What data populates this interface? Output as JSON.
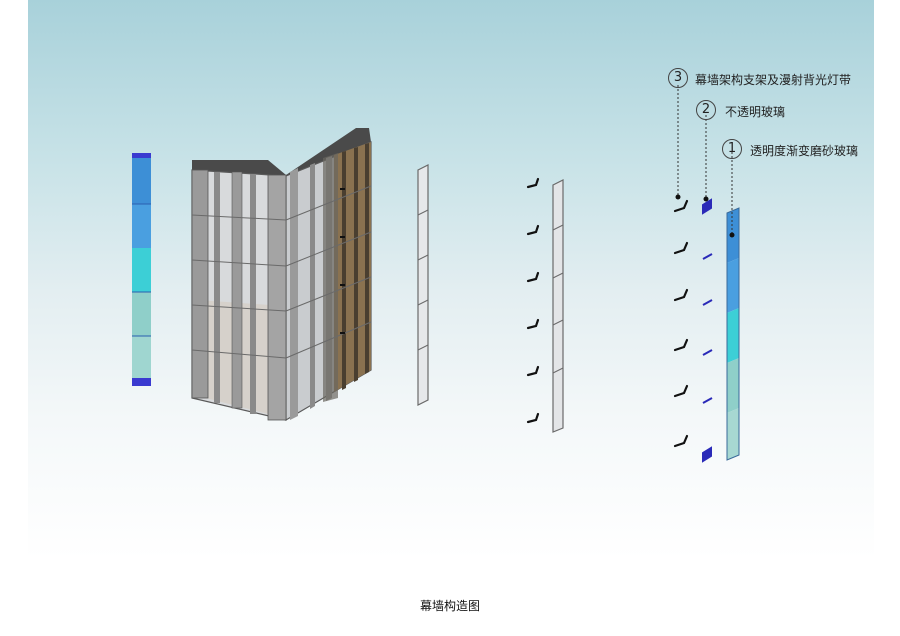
{
  "diagram": {
    "callouts": [
      {
        "number": "3",
        "label": "幕墙架构支架及漫射背光灯带"
      },
      {
        "number": "2",
        "label": "不透明玻璃"
      },
      {
        "number": "1",
        "label": "透明度渐变磨砂玻璃"
      }
    ],
    "caption": "幕墙构造图",
    "colors": {
      "gradient_strip": [
        "#3d8fd6",
        "#4aa3de",
        "#3ccfd6",
        "#8fcfc9",
        "#a7d8d2"
      ],
      "strip_cap": "#3a3ad0",
      "opaque_glass": "#2a2ab8",
      "frame": "#5a5a5a",
      "wood": "#8a7250"
    },
    "icons": {
      "callout_marker": "circle-number",
      "bracket": "l-bracket"
    }
  }
}
